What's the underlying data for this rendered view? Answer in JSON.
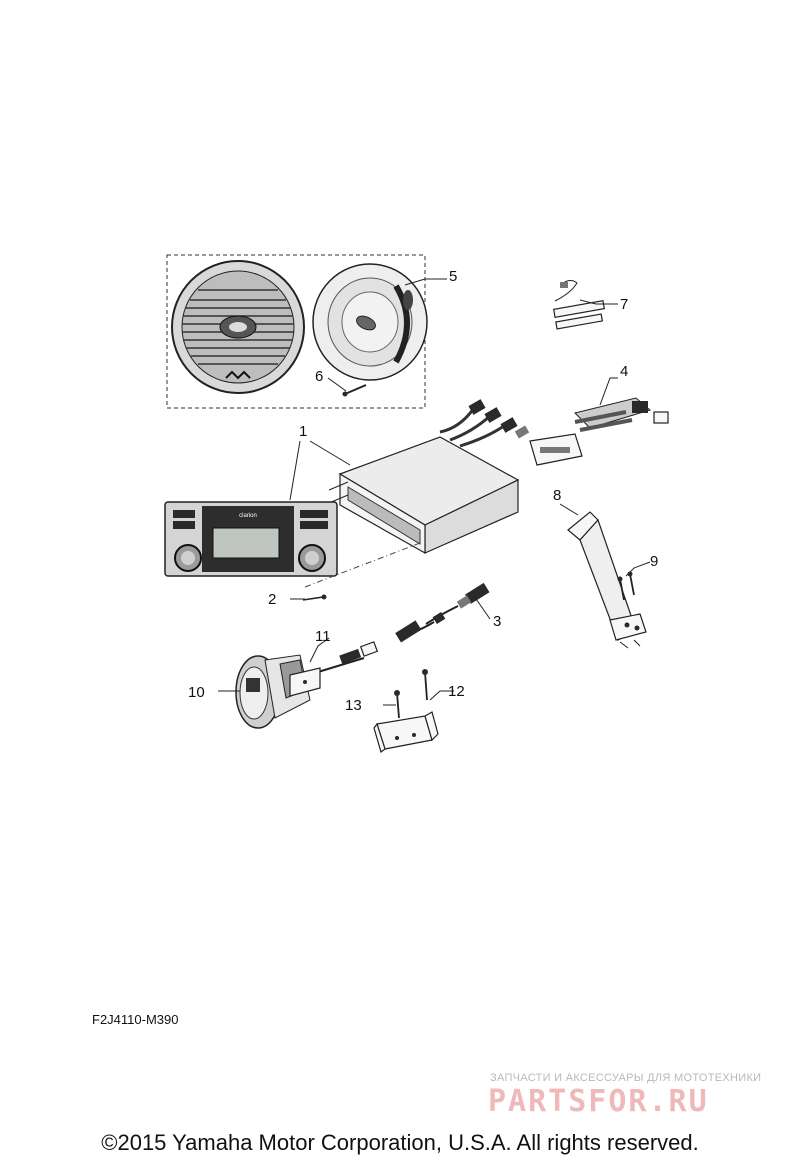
{
  "callouts": [
    "1",
    "2",
    "3",
    "4",
    "5",
    "6",
    "7",
    "8",
    "9",
    "10",
    "11",
    "12",
    "13"
  ],
  "radio_faceplate": {
    "brand": "clarion"
  },
  "drawing_code": "F2J4110-M390",
  "watermark": {
    "tagline": "ЗАПЧАСТИ И АКСЕССУАРЫ ДЛЯ МОТОТЕХНИКИ",
    "logo": "PARTSFOR.RU"
  },
  "copyright": "©2015 Yamaha Motor Corporation, U.S.A. All rights reserved."
}
